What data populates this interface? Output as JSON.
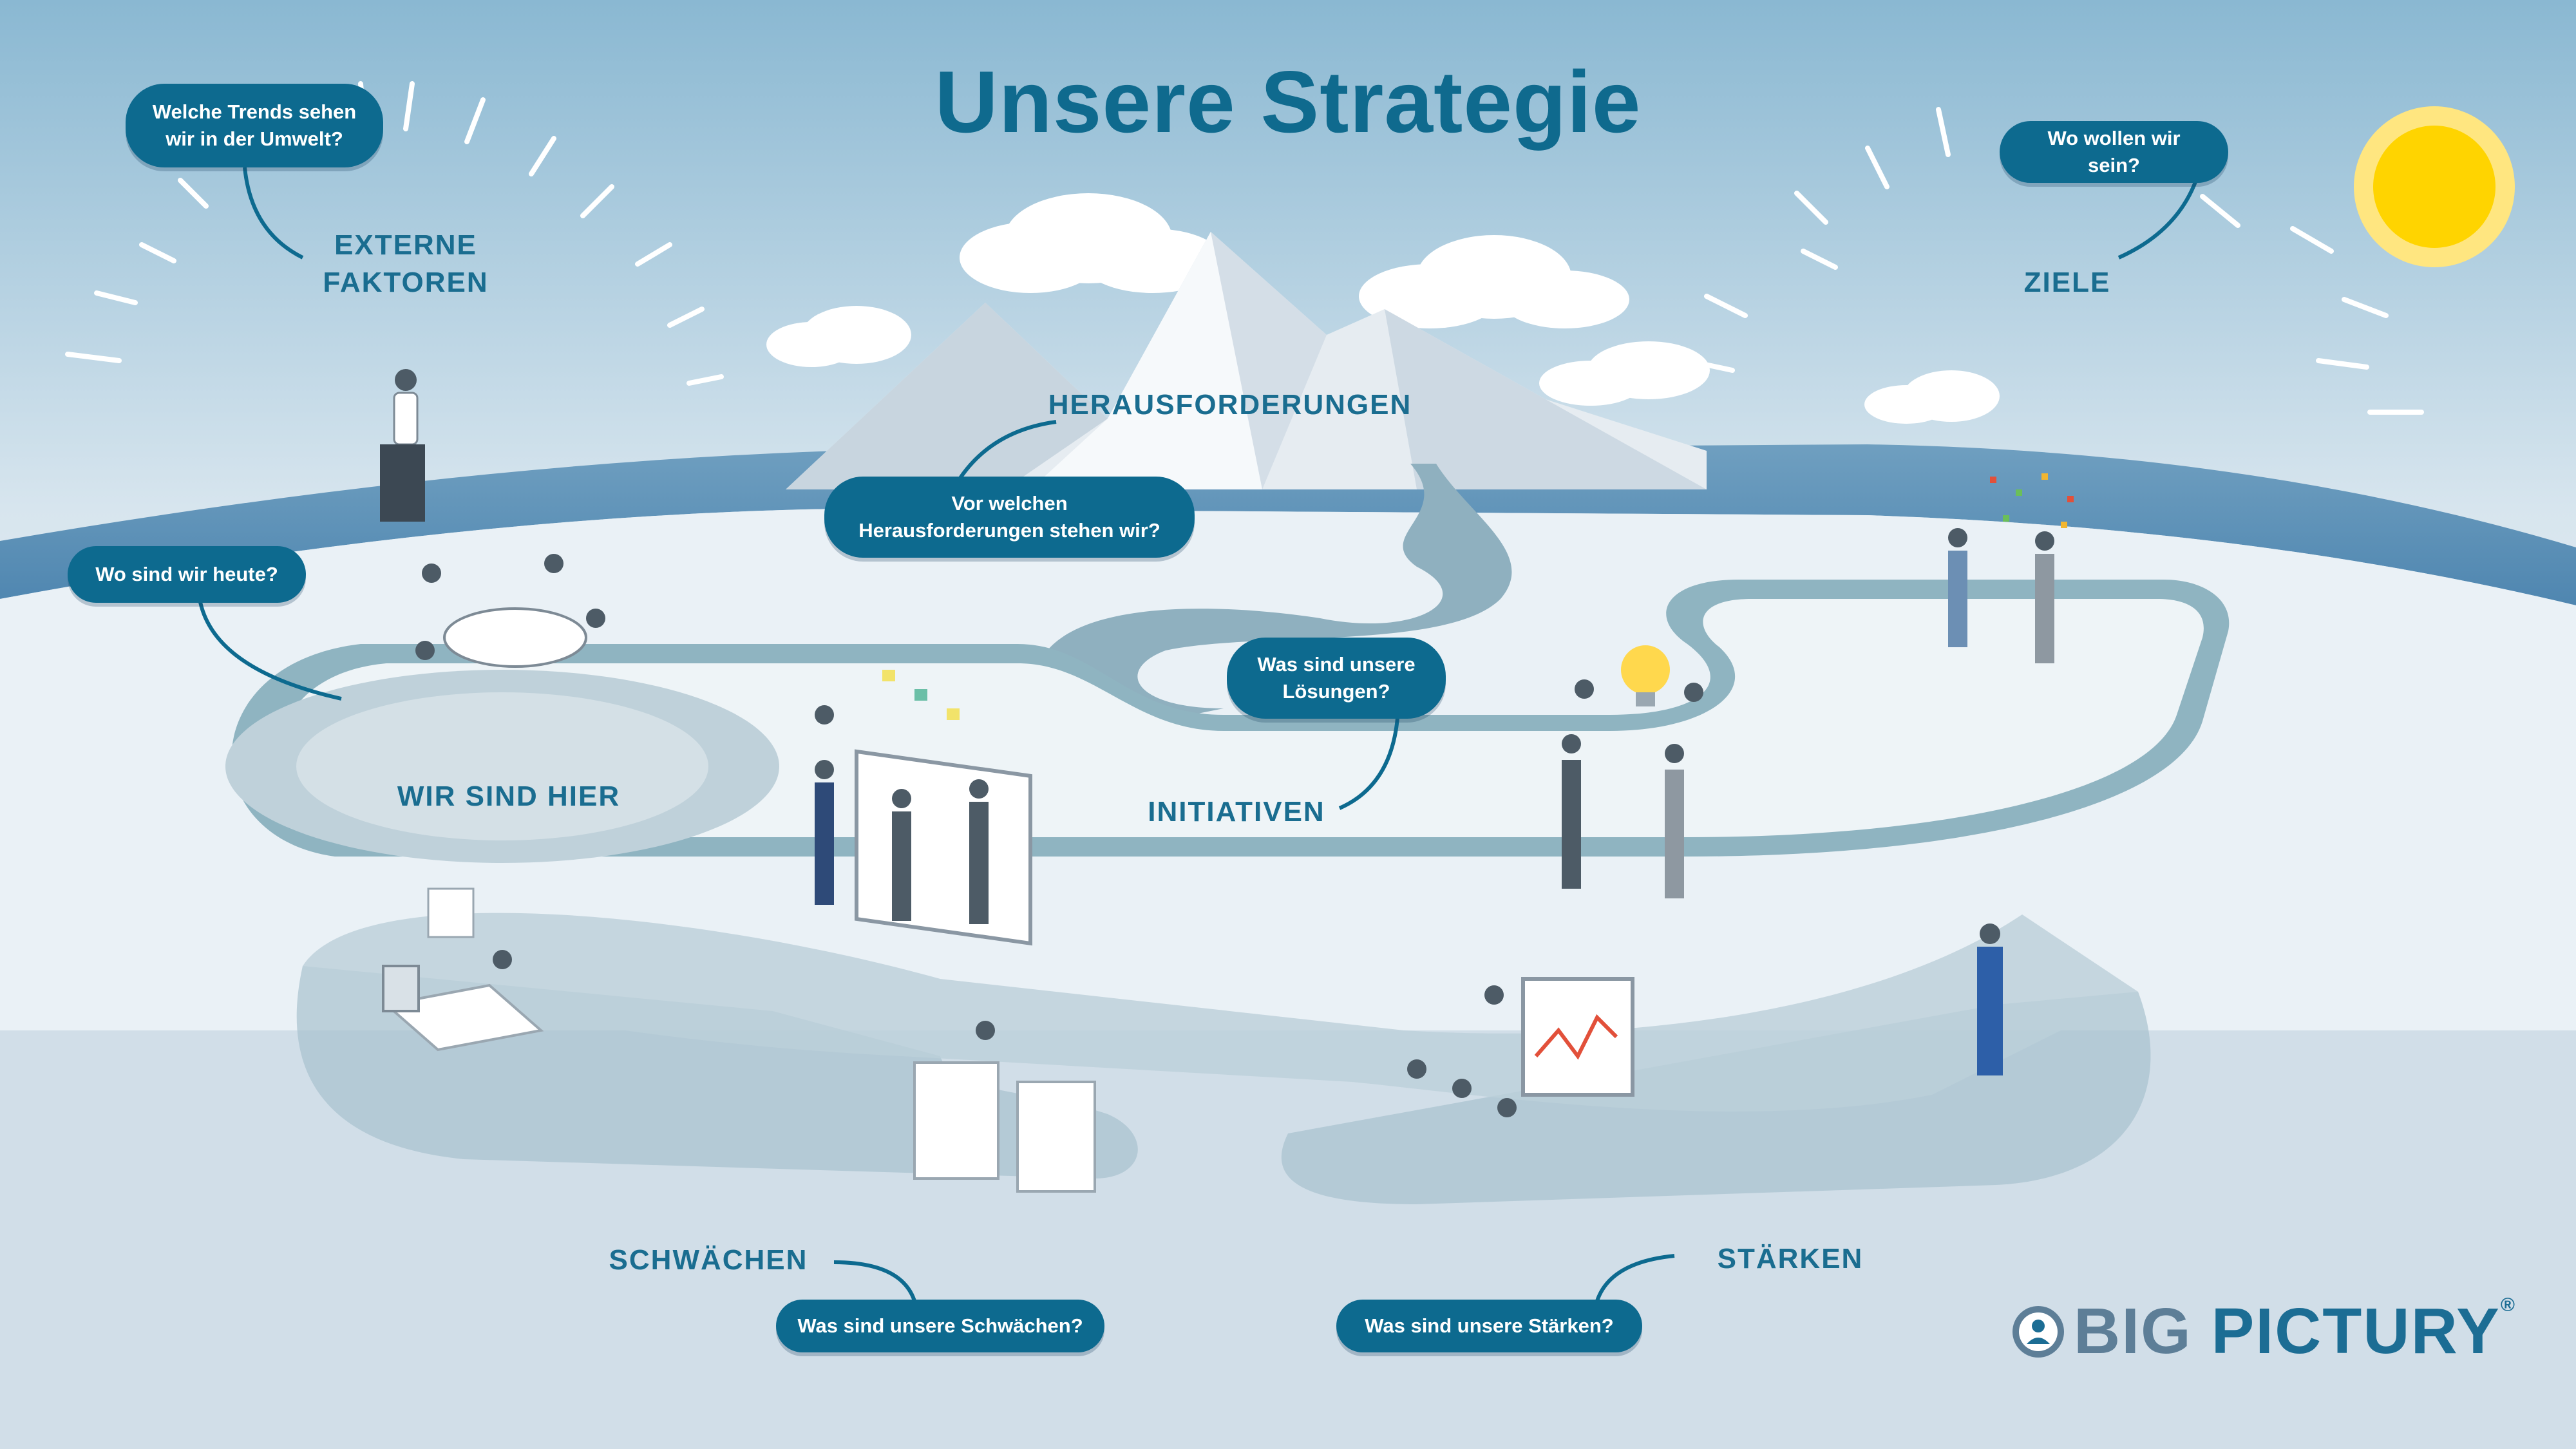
{
  "title": "Unsere Strategie",
  "labels": {
    "externe_faktoren": "EXTERNE\nFAKTOREN",
    "ziele": "ZIELE",
    "herausforderungen": "HERAUSFORDERUNGEN",
    "wir_sind_hier": "WIR SIND HIER",
    "initiativen": "INITIATIVEN",
    "schwaechen": "SCHWÄCHEN",
    "staerken": "STÄRKEN"
  },
  "bubbles": {
    "trends": "Welche Trends sehen\nwir in der Umwelt?",
    "ziele": "Wo wollen wir sein?",
    "heute": "Wo sind wir heute?",
    "herausforderungen": "Vor welchen\nHerausforderungen stehen wir?",
    "loesungen": "Was sind unsere\nLösungen?",
    "schwaechen": "Was sind unsere Schwächen?",
    "staerken": "Was sind unsere Stärken?"
  },
  "logo": {
    "brand_part1": "BIG",
    "brand_part2": "PICTURY",
    "registered": "®"
  },
  "colors": {
    "accent": "#0d6a8f",
    "label": "#1a6d90",
    "sky_top": "#8ab8d2",
    "sun": "#ffd400",
    "track": "#8fb4c1"
  }
}
